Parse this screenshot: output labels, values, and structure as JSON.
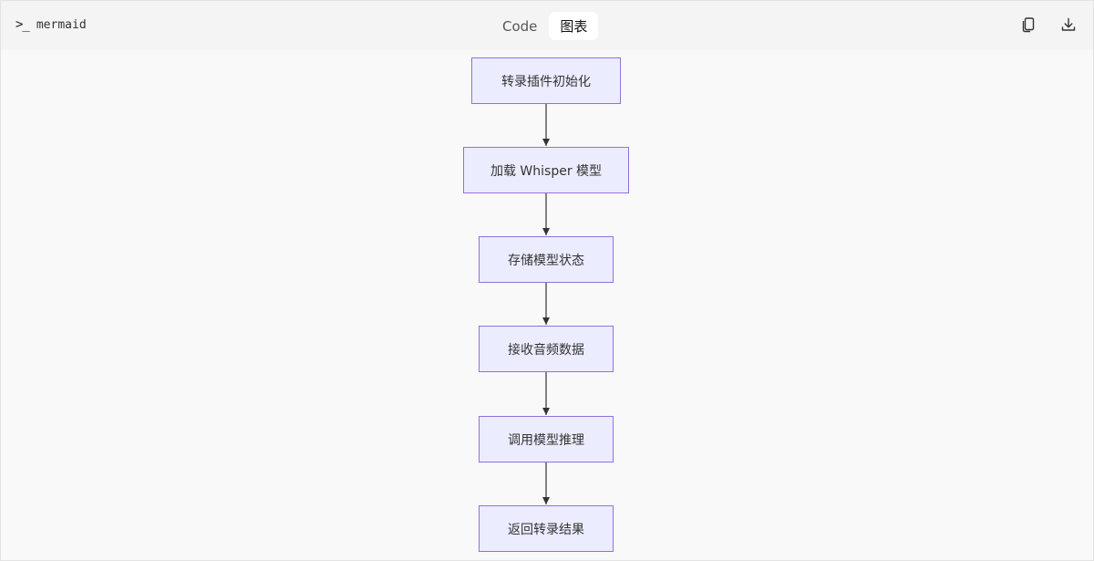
{
  "header": {
    "prompt_symbol": ">_",
    "language": "mermaid",
    "tabs": [
      {
        "label": "Code",
        "active": false
      },
      {
        "label": "图表",
        "active": true
      }
    ],
    "actions": [
      {
        "name": "copy-icon"
      },
      {
        "name": "download-icon"
      }
    ]
  },
  "diagram": {
    "type": "flowchart",
    "direction": "TD",
    "nodes": [
      {
        "id": "A",
        "label": "转录插件初始化"
      },
      {
        "id": "B",
        "label": "加载 Whisper 模型"
      },
      {
        "id": "C",
        "label": "存储模型状态"
      },
      {
        "id": "D",
        "label": "接收音频数据"
      },
      {
        "id": "E",
        "label": "调用模型推理"
      },
      {
        "id": "F",
        "label": "返回转录结果"
      }
    ],
    "edges": [
      {
        "from": "A",
        "to": "B"
      },
      {
        "from": "B",
        "to": "C"
      },
      {
        "from": "C",
        "to": "D"
      },
      {
        "from": "D",
        "to": "E"
      },
      {
        "from": "E",
        "to": "F"
      }
    ],
    "colors": {
      "node_fill": "#ececff",
      "node_stroke": "#9370db",
      "edge": "#333333"
    }
  }
}
